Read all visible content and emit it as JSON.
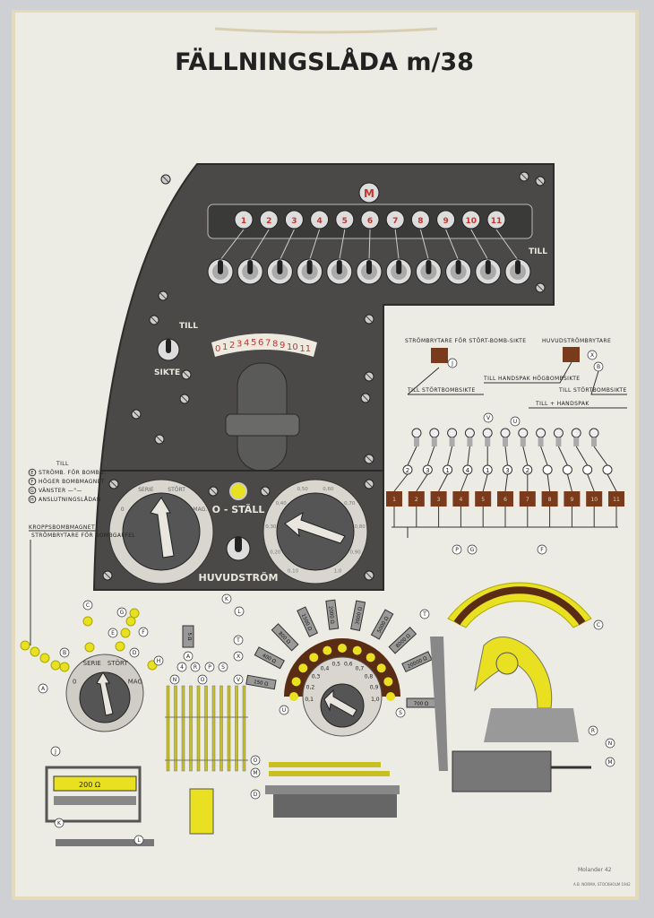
{
  "title": "FÄLLNINGSLÅDA m/38",
  "panel": {
    "master_lamp": "M",
    "lamp_numbers": [
      "1",
      "2",
      "3",
      "4",
      "5",
      "6",
      "7",
      "8",
      "9",
      "10",
      "11"
    ],
    "till_right": "TILL",
    "toggle_till": "TILL",
    "toggle_sikte": "SIKTE",
    "counter_scale": [
      "0",
      "1",
      "2",
      "3",
      "4",
      "5",
      "6",
      "7",
      "8",
      "9",
      "10",
      "11"
    ],
    "left_dial_labels": [
      "0",
      "SERIE",
      "STÖRT",
      "MAG."
    ],
    "right_dial_labels": [
      "0,10",
      "0,20",
      "0,30",
      "0,40",
      "0,50",
      "0,60",
      "0,70",
      "0,80",
      "0,90",
      "1,0"
    ],
    "zero_set": "O - STÄLL",
    "main_current": "HUVUDSTRÖM",
    "colors": {
      "panel": "#4a4947",
      "lamp_yellow": "#e8e020",
      "counter_red": "#c8342a",
      "brown": "#7a3a1c"
    }
  },
  "schematic": {
    "switch_dive": "STRÖMBRYTARE FÖR STÖRT-BOMB-SIKTE",
    "till_dive_sight": "TILL STÖRTBOMBSIKTE",
    "main_switch": "HUVUDSTRÖMBRYTARE",
    "till_handle_high": "TILL HANDSPAK HÖGBOMBSIKTE",
    "till_dive_sight_2": "TILL STÖRTBOMBSIKTE",
    "till_handle_plus": "TILL + HANDSPAK",
    "circle_row": [
      "2",
      "3",
      "1",
      "4",
      "1",
      "3",
      "2",
      "",
      "",
      "",
      ""
    ],
    "relay_numbers": [
      "1",
      "2",
      "3",
      "4",
      "5",
      "6",
      "7",
      "8",
      "9",
      "10",
      "11"
    ]
  },
  "legend": {
    "heading": "TILL",
    "items": [
      {
        "key": "E",
        "text": "STRÖMB. FÖR BOMBG."
      },
      {
        "key": "F",
        "text": "HÖGER BOMBMAGNET"
      },
      {
        "key": "G",
        "text": "VÄNSTER  —\"—"
      },
      {
        "key": "H",
        "text": "ANSLUTNINGSLÅDAN"
      }
    ],
    "body_magnet": "KROPPSBOMBMAGNET",
    "fork_switch": "STRÖMBRYTARE FÖR BOMBGAFFEL"
  },
  "small_dial": {
    "labels": [
      "0",
      "SERIE",
      "STÖRT",
      "MAG"
    ]
  },
  "resistors": [
    "150 Ω",
    "400 Ω",
    "800 Ω",
    "1500 Ω",
    "2000 Ω",
    "3000 Ω",
    "5000 Ω",
    "8000 Ω",
    "20000 Ω",
    "700 Ω"
  ],
  "delay_dial": [
    "0,1",
    "0,2",
    "0,3",
    "0,4",
    "0,5",
    "0,6",
    "0,7",
    "0,8",
    "0,9",
    "1,0"
  ],
  "coil_value": "200 Ω",
  "small_resistor": "5 Ω",
  "letter_labels": [
    "A",
    "B",
    "C",
    "D",
    "E",
    "F",
    "G",
    "H",
    "J",
    "K",
    "L",
    "K",
    "L",
    "N",
    "A",
    "R",
    "O",
    "P",
    "S",
    "T",
    "X",
    "V",
    "U",
    "S",
    "T",
    "P",
    "G",
    "F",
    "C",
    "R",
    "N",
    "M",
    "O",
    "M",
    "D",
    "J",
    "X",
    "B",
    "V",
    "U",
    "4"
  ],
  "signature": "Molander 42",
  "printer": "A.B. NORMA, STOCKHOLM 1942"
}
